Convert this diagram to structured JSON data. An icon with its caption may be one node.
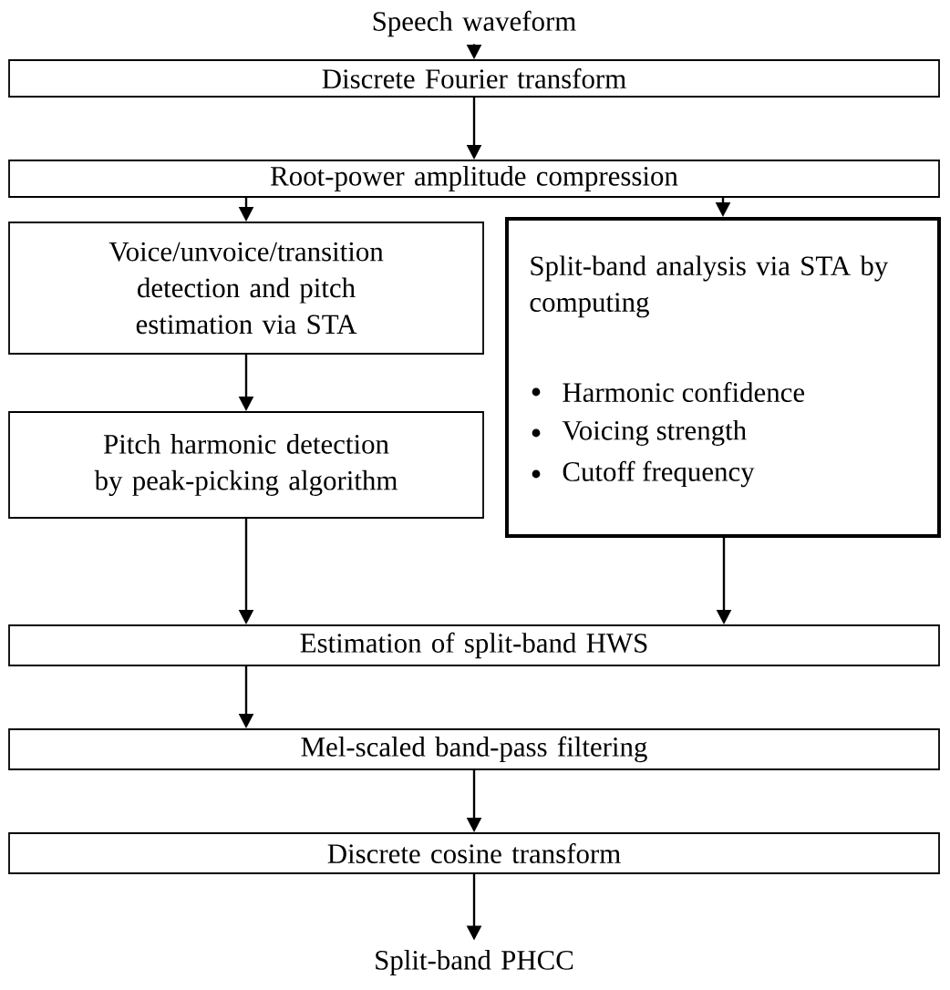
{
  "diagram": {
    "nodes": [
      {
        "text": [
          "Speech waveform"
        ]
      },
      {
        "text": [
          "Discrete Fourier transform"
        ]
      },
      {
        "text": [
          "Root-power amplitude compression"
        ]
      },
      {
        "text": [
          "Voice/unvoice/transition detection and pitch estimation via STA"
        ]
      },
      {
        "text": [
          "Pitch harmonic detection by peak-picking algorithm"
        ]
      },
      {
        "text": [
          "Split-band analysis via STA by computing",
          "Harmonic confidence",
          "Voicing strength",
          "Cutoff frequency"
        ]
      },
      {
        "text": [
          "Estimation of split-band HWS"
        ]
      },
      {
        "text": [
          "Mel-scaled band-pass filtering"
        ]
      },
      {
        "text": [
          "Discrete cosine transform"
        ]
      },
      {
        "text": [
          "Split-band PHCC"
        ]
      }
    ],
    "edges": [
      {
        "from": 0,
        "to": 1,
        "arrow": "to"
      },
      {
        "from": 1,
        "to": 2,
        "arrow": "to"
      },
      {
        "from": 2,
        "to": 3,
        "arrow": "to"
      },
      {
        "from": 2,
        "to": 5,
        "arrow": "to"
      },
      {
        "from": 3,
        "to": 4,
        "arrow": "to"
      },
      {
        "from": 4,
        "to": 6,
        "arrow": "to"
      },
      {
        "from": 5,
        "to": 6,
        "arrow": "to"
      },
      {
        "from": 6,
        "to": 7,
        "arrow": "to"
      },
      {
        "from": 7,
        "to": 8,
        "arrow": "to"
      },
      {
        "from": 8,
        "to": 9,
        "arrow": "to"
      }
    ]
  }
}
